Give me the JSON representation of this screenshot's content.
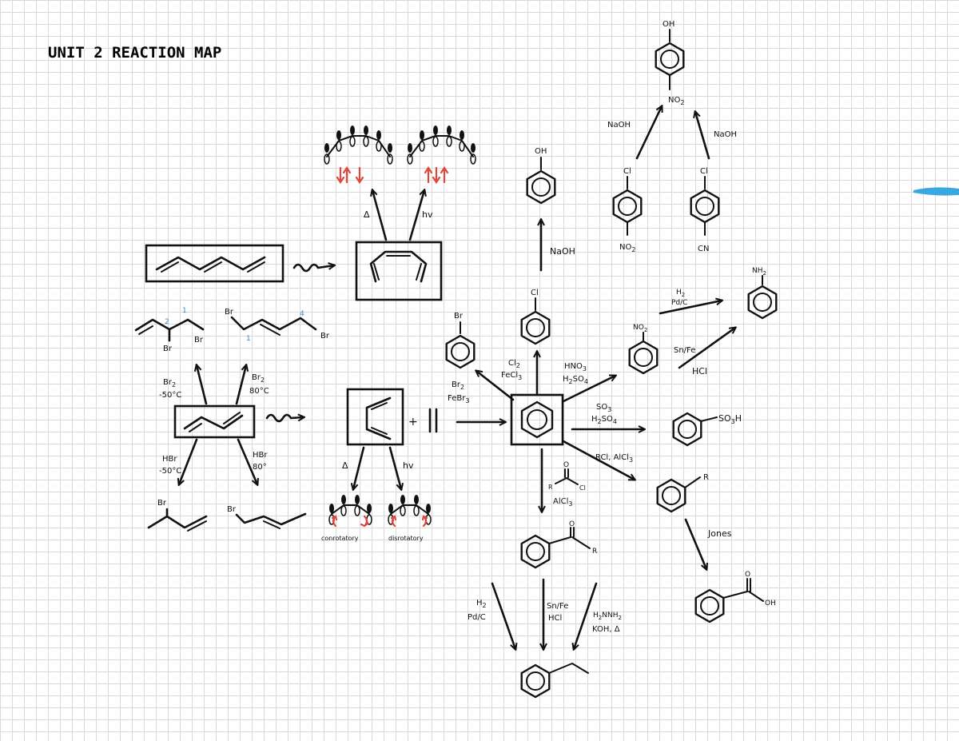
{
  "title": "UNIT 2 REACTION MAP",
  "colors": {
    "ink": "#111111",
    "grid": "#d9d9d9",
    "electron_arrow": "#e0463c",
    "numbering": "#3a86c8",
    "highlight": "#3aa8e0"
  },
  "labels": {
    "top_product_oh": "OH",
    "top_product_no2": "NO",
    "top_product_no2_sub": "2",
    "naoh_left": "NaOH",
    "naoh_right": "NaOH",
    "cl_left": "Cl",
    "cl_right": "Cl",
    "no2_sub": "NO",
    "no2_sub_2": "2",
    "cn_sub": "CN",
    "phenol_oh": "OH",
    "naoh_phenol": "NaOH",
    "chloro_cl": "Cl",
    "cl2_reagent": "Cl",
    "cl2_sub": "2",
    "fecl3": "FeCl",
    "fecl3_sub": "3",
    "bromo_br": "Br",
    "br2_reagent": "Br",
    "br2_sub": "2",
    "febr3": "FeBr",
    "febr3_sub": "3",
    "hno3": "HNO",
    "hno3_sub": "3",
    "h2so4_a": "H",
    "h2so4_a_2": "2",
    "h2so4_a_so": "SO",
    "h2so4_a_4": "4",
    "nitro_no2": "NO",
    "nitro_no2_sub": "2",
    "h2_reagent": "H",
    "h2_sub": "2",
    "pdc": "Pd/C",
    "snfe": "Sn/Fe",
    "hcl": "HCl",
    "nh2": "NH",
    "nh2_sub": "2",
    "so3": "SO",
    "so3_sub": "3",
    "h2so4_b": "H",
    "h2so4_b_2": "2",
    "h2so4_b_so": "SO",
    "h2so4_b_4": "4",
    "so3h": "SO",
    "so3h_sub": "3",
    "so3h_h": "H",
    "rcl_alcl3": "RCl, AlCl",
    "rcl_alcl3_sub": "3",
    "r_group": "R",
    "jones": "Jones",
    "benzoic_o": "O",
    "benzoic_oh": "OH",
    "acyl_o": "O",
    "acyl_r": "R",
    "acyl_cl": "Cl",
    "alcl3": "AlCl",
    "alcl3_sub": "3",
    "ketone_o": "O",
    "ketone_r": "R",
    "h2_b": "H",
    "h2_b_sub": "2",
    "pdc_b": "Pd/C",
    "snfe_b": "Sn/Fe",
    "hcl_b": "HCl",
    "wk_a": "H",
    "wk_a_sub": "2",
    "wk_b": "NNH",
    "wk_b_sub": "2",
    "koh": "KOH, Δ",
    "delta_top": "Δ",
    "hv_top": "hv",
    "delta_bot": "Δ",
    "hv_bot": "hv",
    "conrotatory": "conrotatory",
    "disrotatory": "disrotatory",
    "br2_low": "Br",
    "br2_low_sub": "2",
    "temp_low": "-50°C",
    "br2_high": "Br",
    "br2_high_sub": "2",
    "temp_high": "80°C",
    "hbr_low": "HBr",
    "temp_low2": "-50°C",
    "hbr_high": "HBr",
    "temp_high2": "80°",
    "br_prod1": "Br",
    "br_prod2": "Br",
    "br_12_a": "Br",
    "br_12_b": "Br",
    "br_14_a": "Br",
    "br_14_b": "Br",
    "num_1a": "1",
    "num_2a": "2",
    "num_1b": "1",
    "num_4b": "4",
    "plus": "+"
  }
}
